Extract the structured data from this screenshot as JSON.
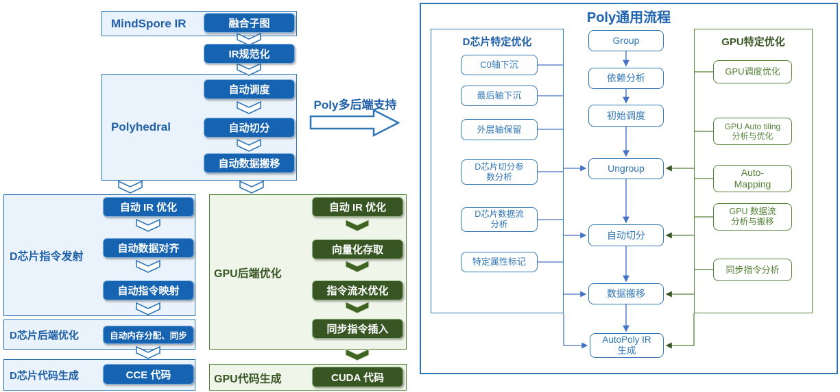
{
  "left": {
    "mindspore_label": "MindSpore IR",
    "fused_subgraph": "融合子图",
    "ir_normalize": "IR规范化",
    "polyhedral_label": "Polyhedral",
    "poly_auto_schedule": "自动调度",
    "poly_auto_tile": "自动切分",
    "poly_auto_data_move": "自动数据搬移",
    "poly_multi_backend": "Poly多后端支持",
    "d_emit_label": "D芯片指令发射",
    "d_auto_ir_opt": "自动 IR 优化",
    "d_auto_data_align": "自动数据对齐",
    "d_auto_inst_map": "自动指令映射",
    "d_backend_label": "D芯片后端优化",
    "d_auto_mem": "自动内存分配、同步",
    "d_codegen_label": "D芯片代码生成",
    "d_cce": "CCE 代码",
    "gpu_backend_label": "GPU后端优化",
    "gpu_auto_ir_opt": "自动 IR 优化",
    "gpu_vector_access": "向量化存取",
    "gpu_inst_pipeline": "指令流水优化",
    "gpu_sync_insert": "同步指令插入",
    "gpu_codegen_label": "GPU代码生成",
    "gpu_cuda": "CUDA 代码"
  },
  "right": {
    "title": "Poly通用流程",
    "d_header": "D芯片特定优化",
    "d_items": [
      "C0轴下沉",
      "最后轴下沉",
      "外层轴保留",
      "D芯片切分参\n数分析",
      "D芯片数据流\n分析",
      "特定属性标记"
    ],
    "center_items": [
      "Group",
      "依赖分析",
      "初始调度",
      "Ungroup",
      "自动切分",
      "数据搬移",
      "AutoPoly IR\n生成"
    ],
    "gpu_header": "GPU特定优化",
    "gpu_items": [
      "GPU调度优化",
      "GPU Auto tiling\n分析与优化",
      "Auto-\nMapping",
      "GPU 数据流\n分析与搬移",
      "同步指令分析"
    ]
  },
  "colors": {
    "blue_button": "#1663B2",
    "blue_border": "#2E75B6",
    "blue_text": "#1E5FA8",
    "blue_panel_fill": "#EAF2FB",
    "blue_line": "#4472C4",
    "green_button": "#375623",
    "green_border": "#538135",
    "green_panel_fill": "#EFF5E9"
  }
}
